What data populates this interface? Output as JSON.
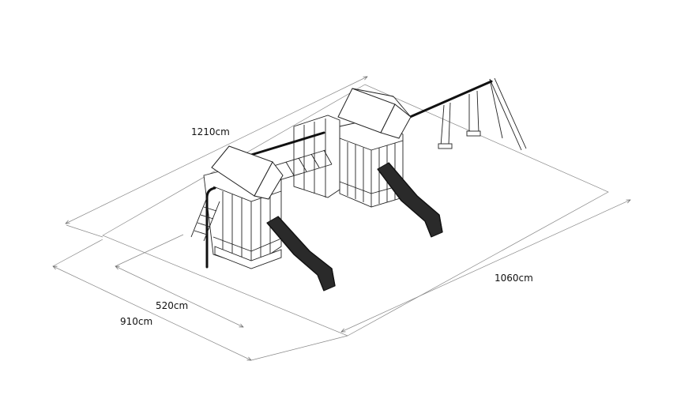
{
  "dimensions": {
    "length_total": "1210cm",
    "length_area": "1060cm",
    "width_area": "520cm",
    "width_total": "910cm"
  }
}
